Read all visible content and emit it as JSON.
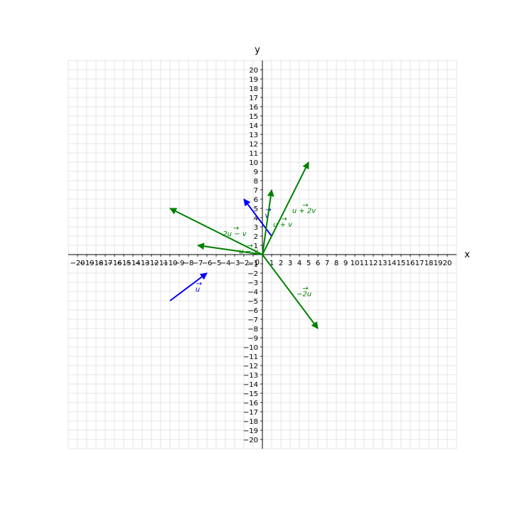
{
  "chart_data": {
    "type": "line",
    "title": "",
    "xlabel": "x",
    "ylabel": "y",
    "xlim": [
      -21,
      21
    ],
    "ylim": [
      -21,
      21
    ],
    "ticks": [
      -20,
      -19,
      -18,
      -17,
      -16,
      -15,
      -14,
      -13,
      -12,
      -11,
      -10,
      -9,
      -8,
      -7,
      -6,
      -5,
      -4,
      -3,
      -2,
      -1,
      1,
      2,
      3,
      4,
      5,
      6,
      7,
      8,
      9,
      10,
      11,
      12,
      13,
      14,
      15,
      16,
      17,
      18,
      19,
      20
    ],
    "origin_label": "0",
    "grid": true,
    "colors": {
      "input": "#0000ff",
      "result": "#008000",
      "grid": "#dddddd",
      "axis": "#000000"
    },
    "vectors": [
      {
        "name": "u",
        "label": "u",
        "start": [
          -10,
          -5
        ],
        "end": [
          -6,
          -2
        ],
        "kind": "input",
        "label_at": [
          -7,
          -4
        ]
      },
      {
        "name": "v",
        "label": "v",
        "start": [
          1,
          2
        ],
        "end": [
          -2,
          6
        ],
        "kind": "input",
        "label_at": [
          0.5,
          4
        ]
      },
      {
        "name": "u+v",
        "label": "u + v",
        "start": [
          0,
          0
        ],
        "end": [
          1,
          7
        ],
        "kind": "result",
        "label_at": [
          2.2,
          3
        ]
      },
      {
        "name": "u+2v",
        "label": "u + 2v",
        "start": [
          0,
          0
        ],
        "end": [
          5,
          10
        ],
        "kind": "result",
        "label_at": [
          4.5,
          4.5
        ]
      },
      {
        "name": "-2u",
        "label": "−2u",
        "start": [
          0,
          0
        ],
        "end": [
          6,
          -8
        ],
        "kind": "result",
        "label_at": [
          4.5,
          -4.5
        ]
      },
      {
        "name": "2u-v",
        "label": "2u − v",
        "start": [
          0,
          0
        ],
        "end": [
          -10,
          5
        ],
        "kind": "result",
        "label_at": [
          -3,
          2
        ]
      },
      {
        "name": "u-v",
        "label": "u − v",
        "start": [
          0,
          0
        ],
        "end": [
          -7,
          1
        ],
        "kind": "result",
        "label_at": [
          -1.5,
          0.1
        ]
      }
    ]
  }
}
